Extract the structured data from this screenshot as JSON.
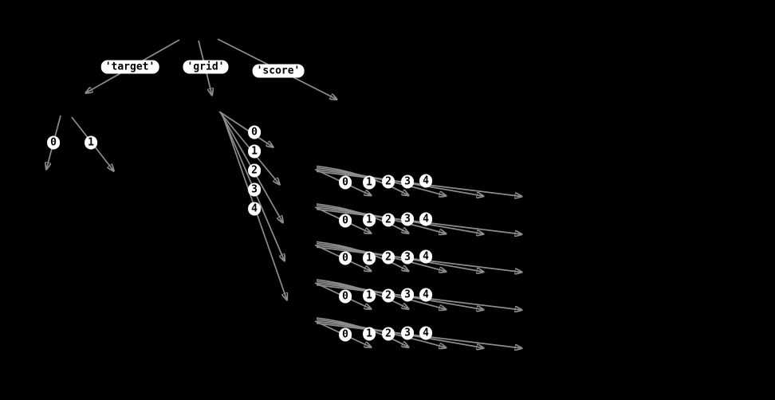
{
  "diagram": {
    "colors": {
      "background": "#000000",
      "edge": "#8d8d8d",
      "label_background": "#ffffff",
      "label_text": "#000000"
    },
    "tree": {
      "root_keys": [
        "'target'",
        "'grid'",
        "'score'"
      ],
      "target_indices": [
        "0",
        "1"
      ],
      "grid_indices": [
        "0",
        "1",
        "2",
        "3",
        "4"
      ],
      "row_indices": [
        "0",
        "1",
        "2",
        "3",
        "4"
      ]
    }
  }
}
